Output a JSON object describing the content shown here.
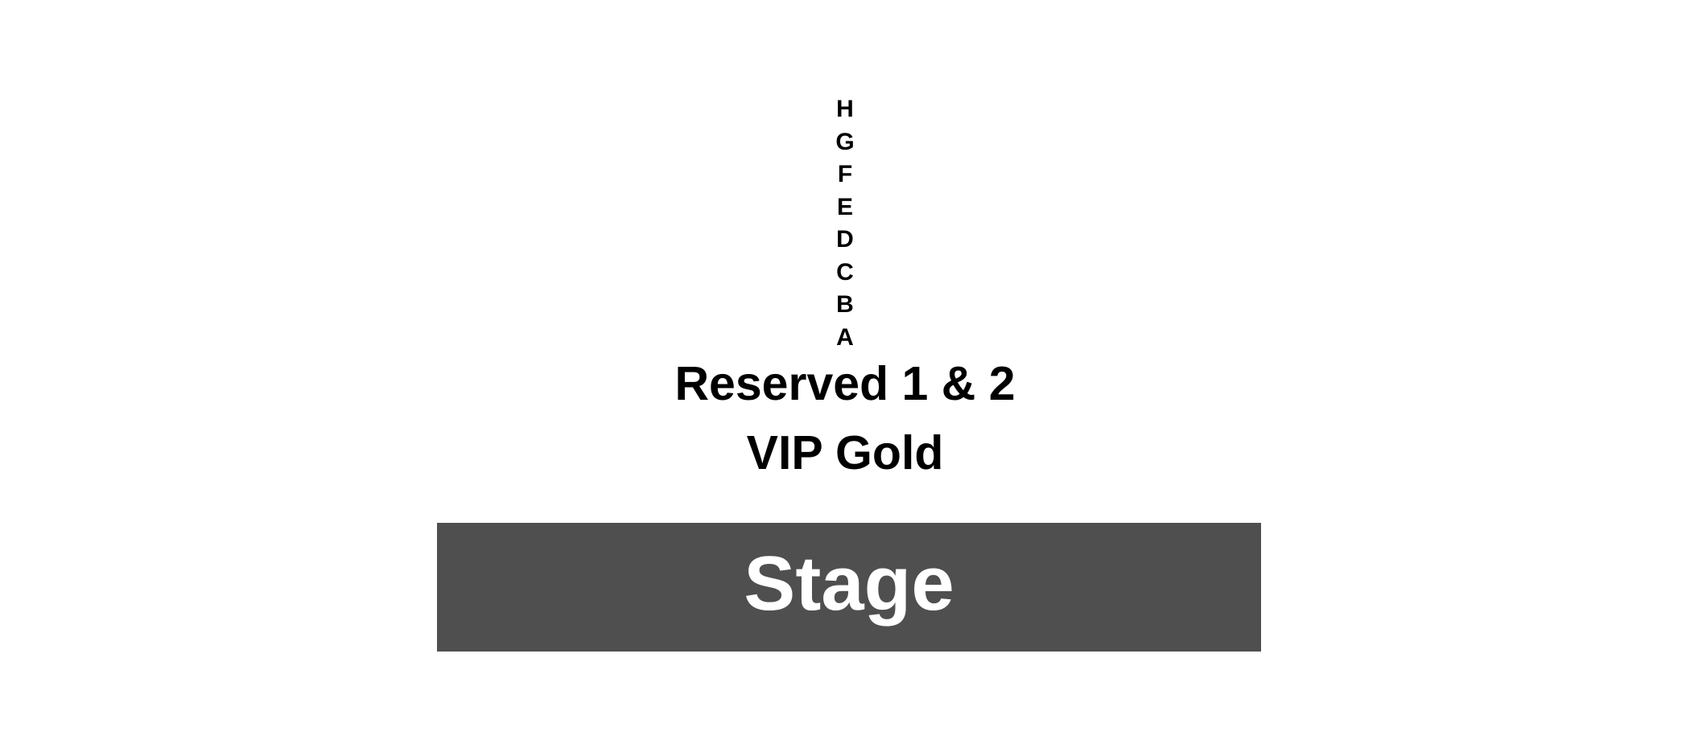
{
  "seating_map": {
    "rows": [
      "H",
      "G",
      "F",
      "E",
      "D",
      "C",
      "B",
      "A"
    ],
    "sections": {
      "reserved": "Reserved 1 & 2",
      "vip": "VIP Gold"
    },
    "stage": {
      "label": "Stage",
      "color": "#4f4f4f",
      "label_color": "#ffffff"
    }
  }
}
